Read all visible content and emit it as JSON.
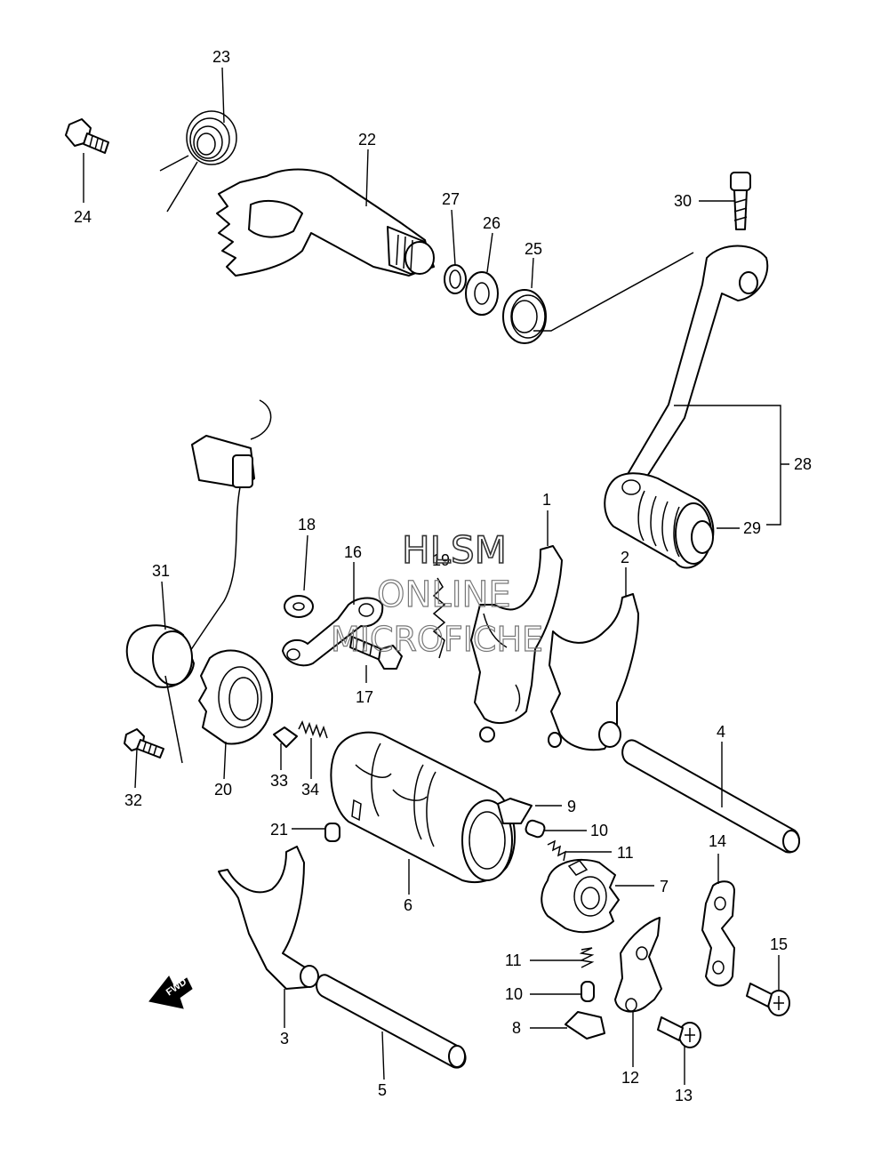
{
  "watermark": {
    "line1": "HLSM",
    "line2": "ONLINE",
    "line3": "MICROFICHE"
  },
  "fwd_arrow": {
    "label": "FWD"
  },
  "callouts": {
    "c1": "1",
    "c2": "2",
    "c3": "3",
    "c4": "4",
    "c5": "5",
    "c6": "6",
    "c7": "7",
    "c8": "8",
    "c9": "9",
    "c10a": "10",
    "c10b": "10",
    "c11a": "11",
    "c11b": "11",
    "c12": "12",
    "c13": "13",
    "c14": "14",
    "c15": "15",
    "c16": "16",
    "c17": "17",
    "c18": "18",
    "c19": "19",
    "c20": "20",
    "c21": "21",
    "c22": "22",
    "c23": "23",
    "c24": "24",
    "c25": "25",
    "c26": "26",
    "c27": "27",
    "c28": "28",
    "c29": "29",
    "c30": "30",
    "c31": "31",
    "c32": "32",
    "c33": "33",
    "c34": "34"
  }
}
